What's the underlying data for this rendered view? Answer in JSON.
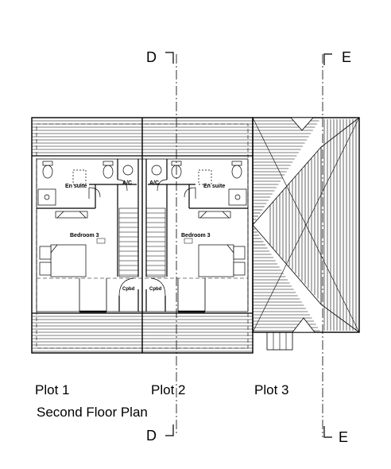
{
  "plan": {
    "title": "Second Floor Plan",
    "plots": [
      "Plot 1",
      "Plot 2",
      "Plot 3"
    ],
    "section_d": "D",
    "section_e": "E",
    "rooms": {
      "ensuite": "En suite",
      "ac": "A/C",
      "bedroom": "Bedroom 3",
      "cpbd": "Cpbd"
    }
  }
}
